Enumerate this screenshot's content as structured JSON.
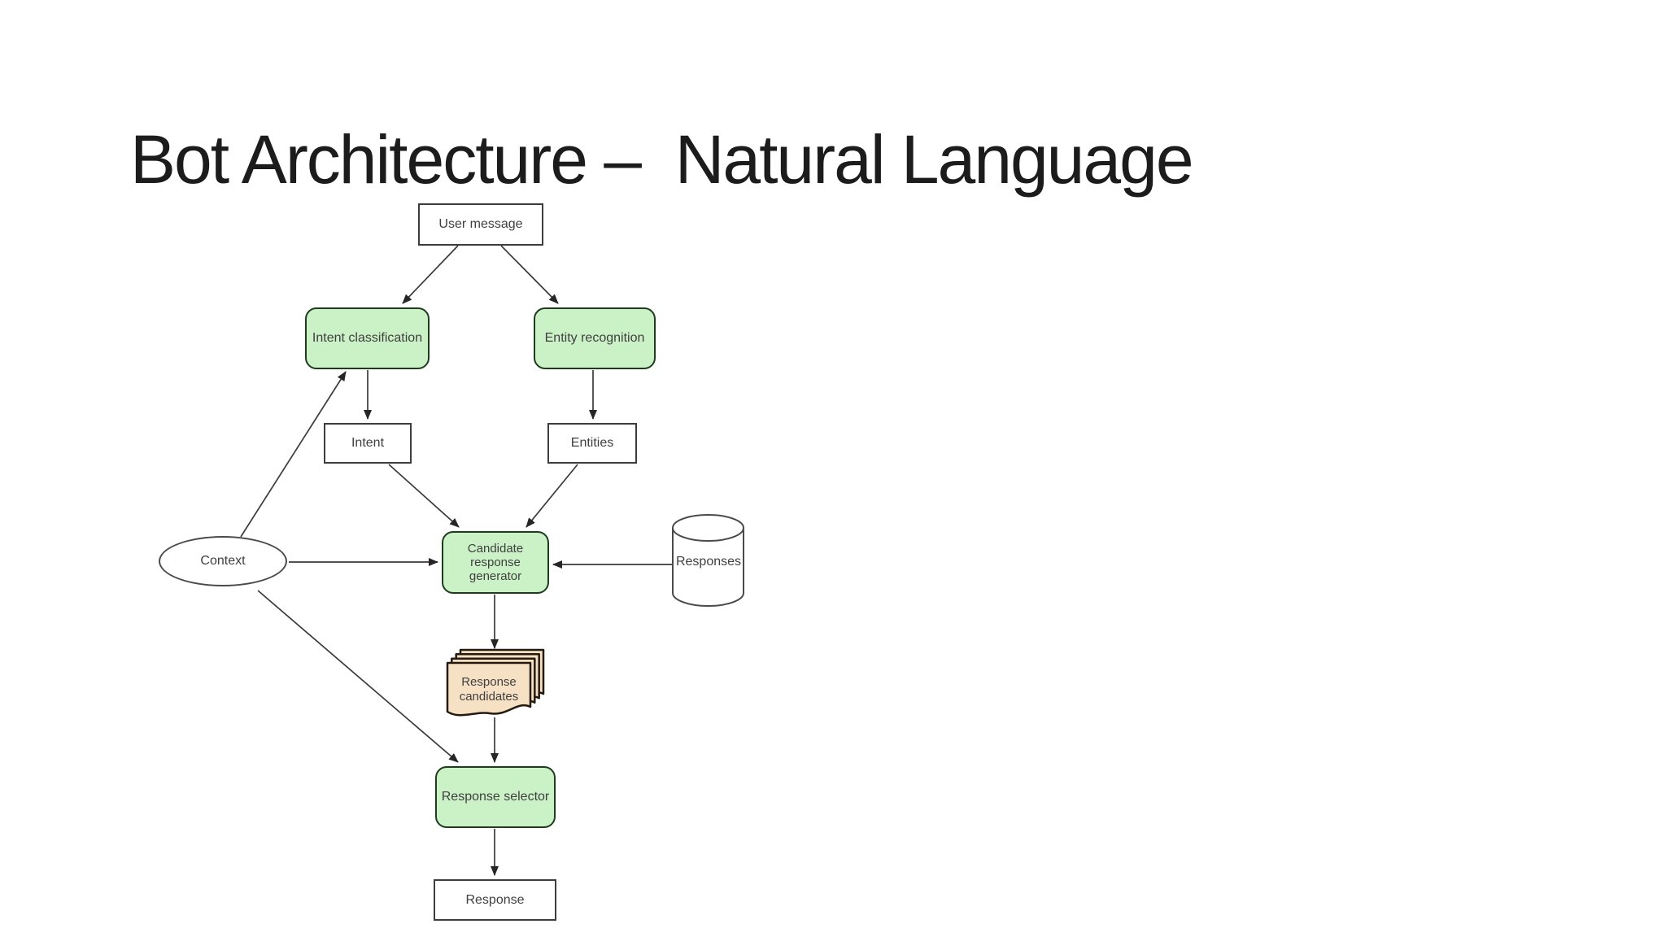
{
  "slide": {
    "title": "Bot Architecture –  Natural Language"
  },
  "colors": {
    "process_fill": "#cbf1c6",
    "process_border": "#1e3c1e",
    "document_fill": "#f6e1c4",
    "document_border": "#241a10",
    "box_border": "#3d3d3d",
    "shape_border": "#4a4a4a",
    "arrow": "#3a3a3a",
    "text": "#3f3f3f",
    "title_text": "#1c1c1c"
  },
  "nodes": {
    "user_message": {
      "label": "User message",
      "shape": "rectangle"
    },
    "intent_classification": {
      "label": "Intent classification",
      "shape": "rounded-process"
    },
    "entity_recognition": {
      "label": "Entity recognition",
      "shape": "rounded-process"
    },
    "intent": {
      "label": "Intent",
      "shape": "rectangle"
    },
    "entities": {
      "label": "Entities",
      "shape": "rectangle"
    },
    "context": {
      "label": "Context",
      "shape": "ellipse"
    },
    "candidate_response_generator": {
      "label": "Candidate response generator",
      "shape": "rounded-process"
    },
    "responses": {
      "label": "Responses",
      "shape": "database-cylinder"
    },
    "response_candidates": {
      "label": "Response candidates",
      "shape": "document-stack"
    },
    "response_selector": {
      "label": "Response selector",
      "shape": "rounded-process"
    },
    "response": {
      "label": "Response",
      "shape": "rectangle"
    }
  },
  "edges": [
    {
      "from": "user_message",
      "to": "intent_classification"
    },
    {
      "from": "user_message",
      "to": "entity_recognition"
    },
    {
      "from": "intent_classification",
      "to": "intent"
    },
    {
      "from": "entity_recognition",
      "to": "entities"
    },
    {
      "from": "intent",
      "to": "candidate_response_generator"
    },
    {
      "from": "entities",
      "to": "candidate_response_generator"
    },
    {
      "from": "context",
      "to": "intent_classification"
    },
    {
      "from": "context",
      "to": "candidate_response_generator"
    },
    {
      "from": "context",
      "to": "response_selector"
    },
    {
      "from": "responses",
      "to": "candidate_response_generator"
    },
    {
      "from": "candidate_response_generator",
      "to": "response_candidates"
    },
    {
      "from": "response_candidates",
      "to": "response_selector"
    },
    {
      "from": "response_selector",
      "to": "response"
    }
  ]
}
